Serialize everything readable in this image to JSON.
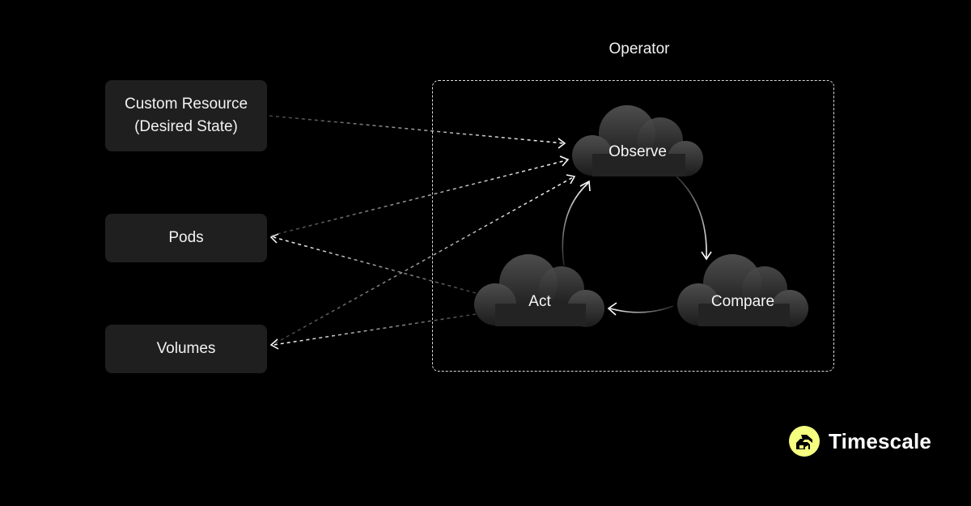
{
  "operator": {
    "title": "Operator"
  },
  "inputs": [
    {
      "label": "Custom Resource\n(Desired State)"
    },
    {
      "label": "Pods"
    },
    {
      "label": "Volumes"
    }
  ],
  "loop": {
    "observe": "Observe",
    "compare": "Compare",
    "act": "Act"
  },
  "brand": {
    "name": "Timescale",
    "accent": "#f5ff80"
  },
  "colors": {
    "background": "#000000",
    "box": "#1f1f1f",
    "cloud_top": "#4a4a4a",
    "cloud_bottom": "#222222",
    "arrow": "#ffffff"
  }
}
